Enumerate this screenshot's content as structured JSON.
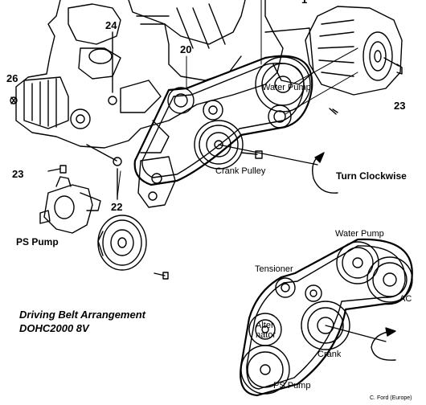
{
  "labels": {
    "callout_24": "24",
    "callout_26": "26",
    "callout_20": "20",
    "callout_23_left": "23",
    "callout_23_right": "23",
    "callout_22": "22",
    "callout_top_right": "1",
    "water_pump_top": "Water Pump",
    "crank_pulley": "Crank Pulley",
    "turn_clockwise": "Turn Clockwise",
    "ps_pump_left": "PS Pump",
    "water_pump_lower": "Water Pump",
    "tensioner": "Tensioner",
    "ac": "AC",
    "alternator_line1": "Alter",
    "alternator_line2": "nator",
    "crank_lower": "Crank",
    "ps_pump_lower": "PS Pump",
    "copyright": "C. Ford (Europe)"
  },
  "title": {
    "line1": "Driving Belt Arrangement",
    "line2": "DOHC2000 8V"
  }
}
